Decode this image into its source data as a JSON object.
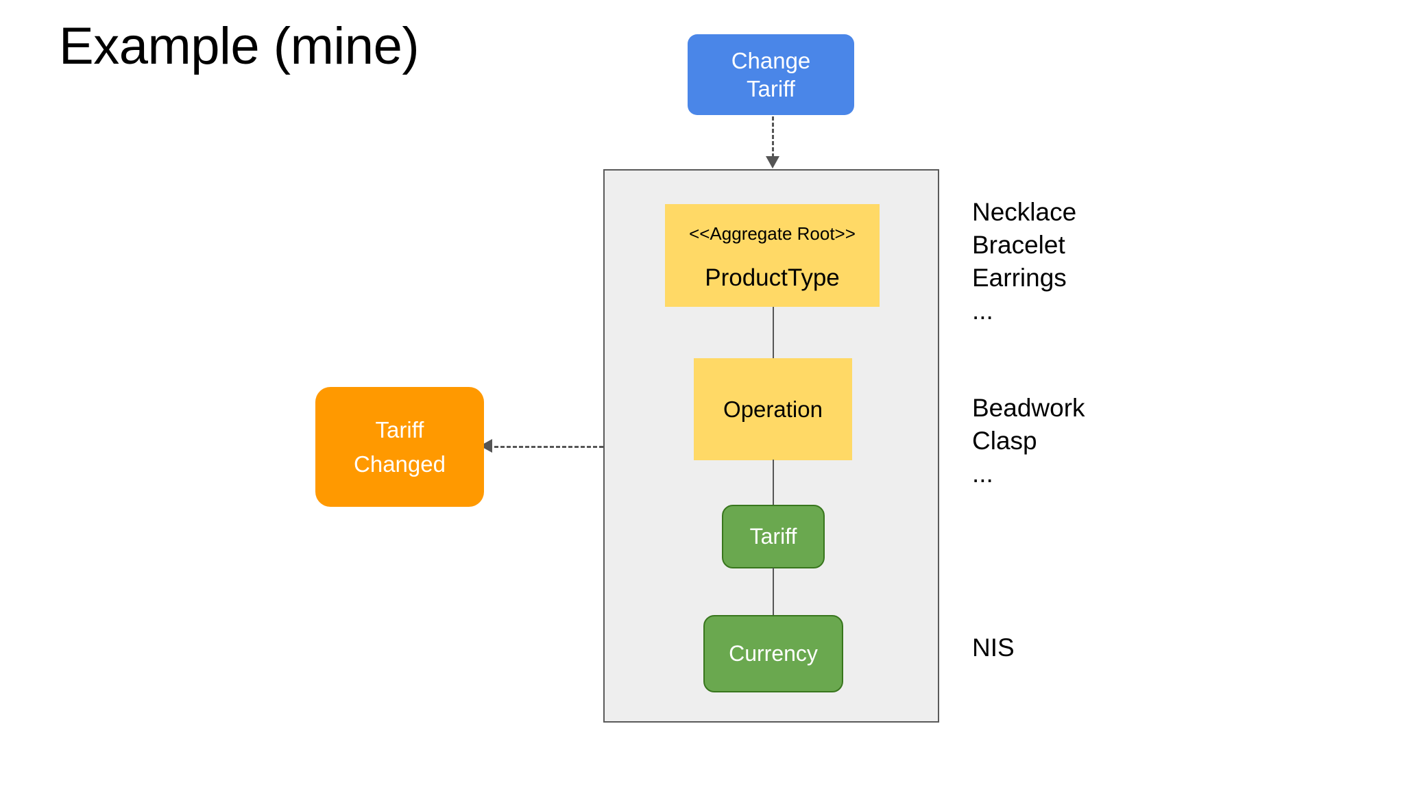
{
  "slide": {
    "title": "Example (mine)",
    "background": "#ffffff"
  },
  "colors": {
    "command": "#4a86e8",
    "event": "#ff9900",
    "entity": "#ffd966",
    "value_object": "#6aa84f",
    "value_object_border": "#38761d",
    "container_fill": "#eeeeee",
    "container_border": "#595959",
    "connector": "#555555",
    "text_dark": "#000000",
    "text_light": "#ffffff"
  },
  "diagram": {
    "command": {
      "label_line1": "Change",
      "label_line2": "Tariff"
    },
    "event": {
      "label_line1": "Tariff",
      "label_line2": "Changed"
    },
    "aggregate": {
      "root": {
        "stereotype": "<<Aggregate Root>>",
        "name": "ProductType"
      },
      "operation": {
        "name": "Operation"
      },
      "tariff": {
        "name": "Tariff"
      },
      "currency": {
        "name": "Currency"
      }
    }
  },
  "annotations": {
    "product_type": {
      "lines": [
        "Necklace",
        "Bracelet",
        "Earrings"
      ],
      "ellipsis": "..."
    },
    "operation": {
      "lines": [
        "Beadwork",
        "Clasp"
      ],
      "ellipsis": "..."
    },
    "currency": {
      "lines": [
        "NIS"
      ]
    }
  }
}
